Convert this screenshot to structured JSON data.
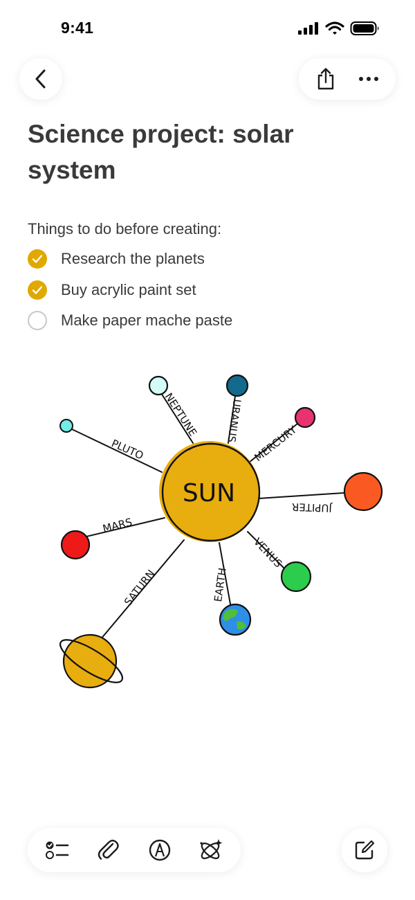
{
  "status_bar": {
    "time": "9:41"
  },
  "note": {
    "title": "Science project: solar system",
    "checklist_heading": "Things to do before creating:",
    "checklist": [
      {
        "label": "Research the planets",
        "checked": true
      },
      {
        "label": "Buy acrylic paint set",
        "checked": true
      },
      {
        "label": "Make paper mache paste",
        "checked": false
      }
    ]
  },
  "sketch": {
    "sun_label": "SUN",
    "planets": {
      "neptune": {
        "label": "NEPTUNE",
        "color": "#d4fbf6"
      },
      "uranus": {
        "label": "URANUS",
        "color": "#136a8a"
      },
      "mercury": {
        "label": "MERCURY",
        "color": "#e8336f"
      },
      "jupiter": {
        "label": "JUPITER",
        "color": "#fa5a22"
      },
      "venus": {
        "label": "VENUS",
        "color": "#2ccc4c"
      },
      "earth": {
        "label": "EARTH",
        "color": "#2f8ee6"
      },
      "saturn": {
        "label": "SATURN",
        "color": "#e8ad0e"
      },
      "mars": {
        "label": "MARS",
        "color": "#ee1a1a"
      },
      "pluto": {
        "label": "PLUTO",
        "color": "#72ece6"
      }
    },
    "sun_color": "#e8ad0e"
  },
  "icons": {
    "back": "chevron-left-icon",
    "share": "share-icon",
    "more": "ellipsis-icon",
    "checklist": "checklist-icon",
    "attachment": "paperclip-icon",
    "markup": "pen-circle-icon",
    "image_playground": "sparkle-atom-icon",
    "compose": "compose-icon"
  },
  "colors": {
    "accent": "#e0a800",
    "text": "#3a3a3c"
  }
}
